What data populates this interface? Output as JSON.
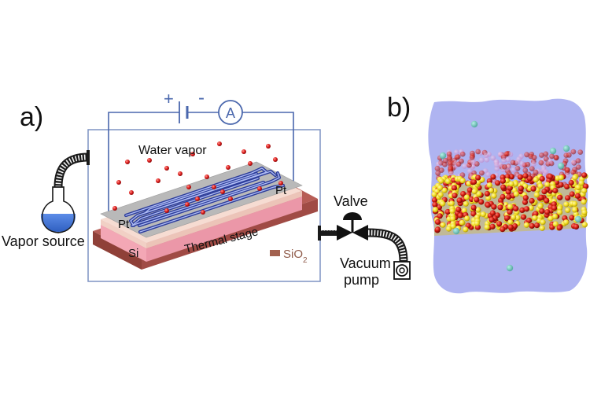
{
  "panels": {
    "a": "a)",
    "b": "b)"
  },
  "circuit": {
    "plus": "+",
    "minus": "-",
    "ammeter": "A"
  },
  "labels": {
    "water_vapor": "Water vapor",
    "pt_left": "Pt",
    "pt_right": "Pt",
    "si": "Si",
    "thermal_stage": "Thermal stage",
    "sio2_main": "SiO",
    "sio2_sub": "2",
    "valve": "Valve",
    "vapor_source": "Vapor source",
    "vacuum_line1": "Vacuum",
    "vacuum_line2": "pump"
  },
  "colors": {
    "chamber": "#7f93c4",
    "wire": "#4a67ad",
    "electrode": "#3848a8",
    "pt_top": "#b5b5b5",
    "sio2": "#f1d0c5",
    "si": "#f0a9b8",
    "stage": "#a2514b",
    "liquid": "#3d6fd2",
    "water_red": "#e02020",
    "blob": "#9ea4ee",
    "atom_yellow": "#f2dd22",
    "atom_red": "#d21a10"
  }
}
